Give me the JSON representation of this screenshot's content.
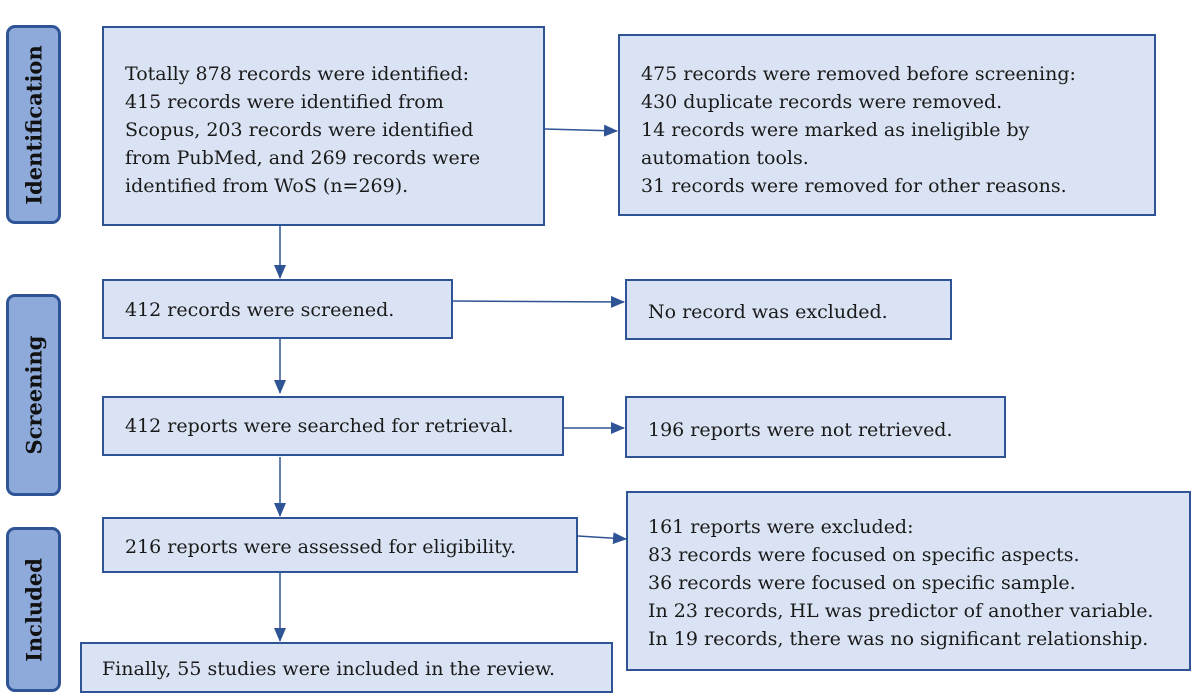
{
  "phases": {
    "identification": "Identification",
    "screening": "Screening",
    "included": "Included"
  },
  "boxes": {
    "identified": [
      "Totally 878 records were identified:",
      "415 records were identified from",
      "Scopus, 203 records were identified",
      "from PubMed, and 269 records were",
      "identified from WoS (n=269)."
    ],
    "removed": [
      "475 records were removed before screening:",
      "430 duplicate records were removed.",
      "14 records were marked as ineligible by",
      "automation tools.",
      "31 records were removed for other reasons."
    ],
    "screened": "412 records were screened.",
    "excluded_screening": "No record was excluded.",
    "retrieval": "412 reports were searched for retrieval.",
    "not_retrieved": "196 reports were not retrieved.",
    "eligibility": "216 reports were assessed for eligibility.",
    "excluded_reports": [
      "161 reports were excluded:",
      "83 records were focused on specific aspects.",
      "36 records were focused on specific sample.",
      "In 23 records, HL was predictor of another variable.",
      "In 19 records, there was no significant relationship."
    ],
    "included": "Finally, 55 studies were included in the review."
  },
  "colors": {
    "box_fill": "#dae3f3",
    "box_border": "#2f5496",
    "phase_fill": "#8eaadb",
    "arrow": "#2f5496"
  }
}
